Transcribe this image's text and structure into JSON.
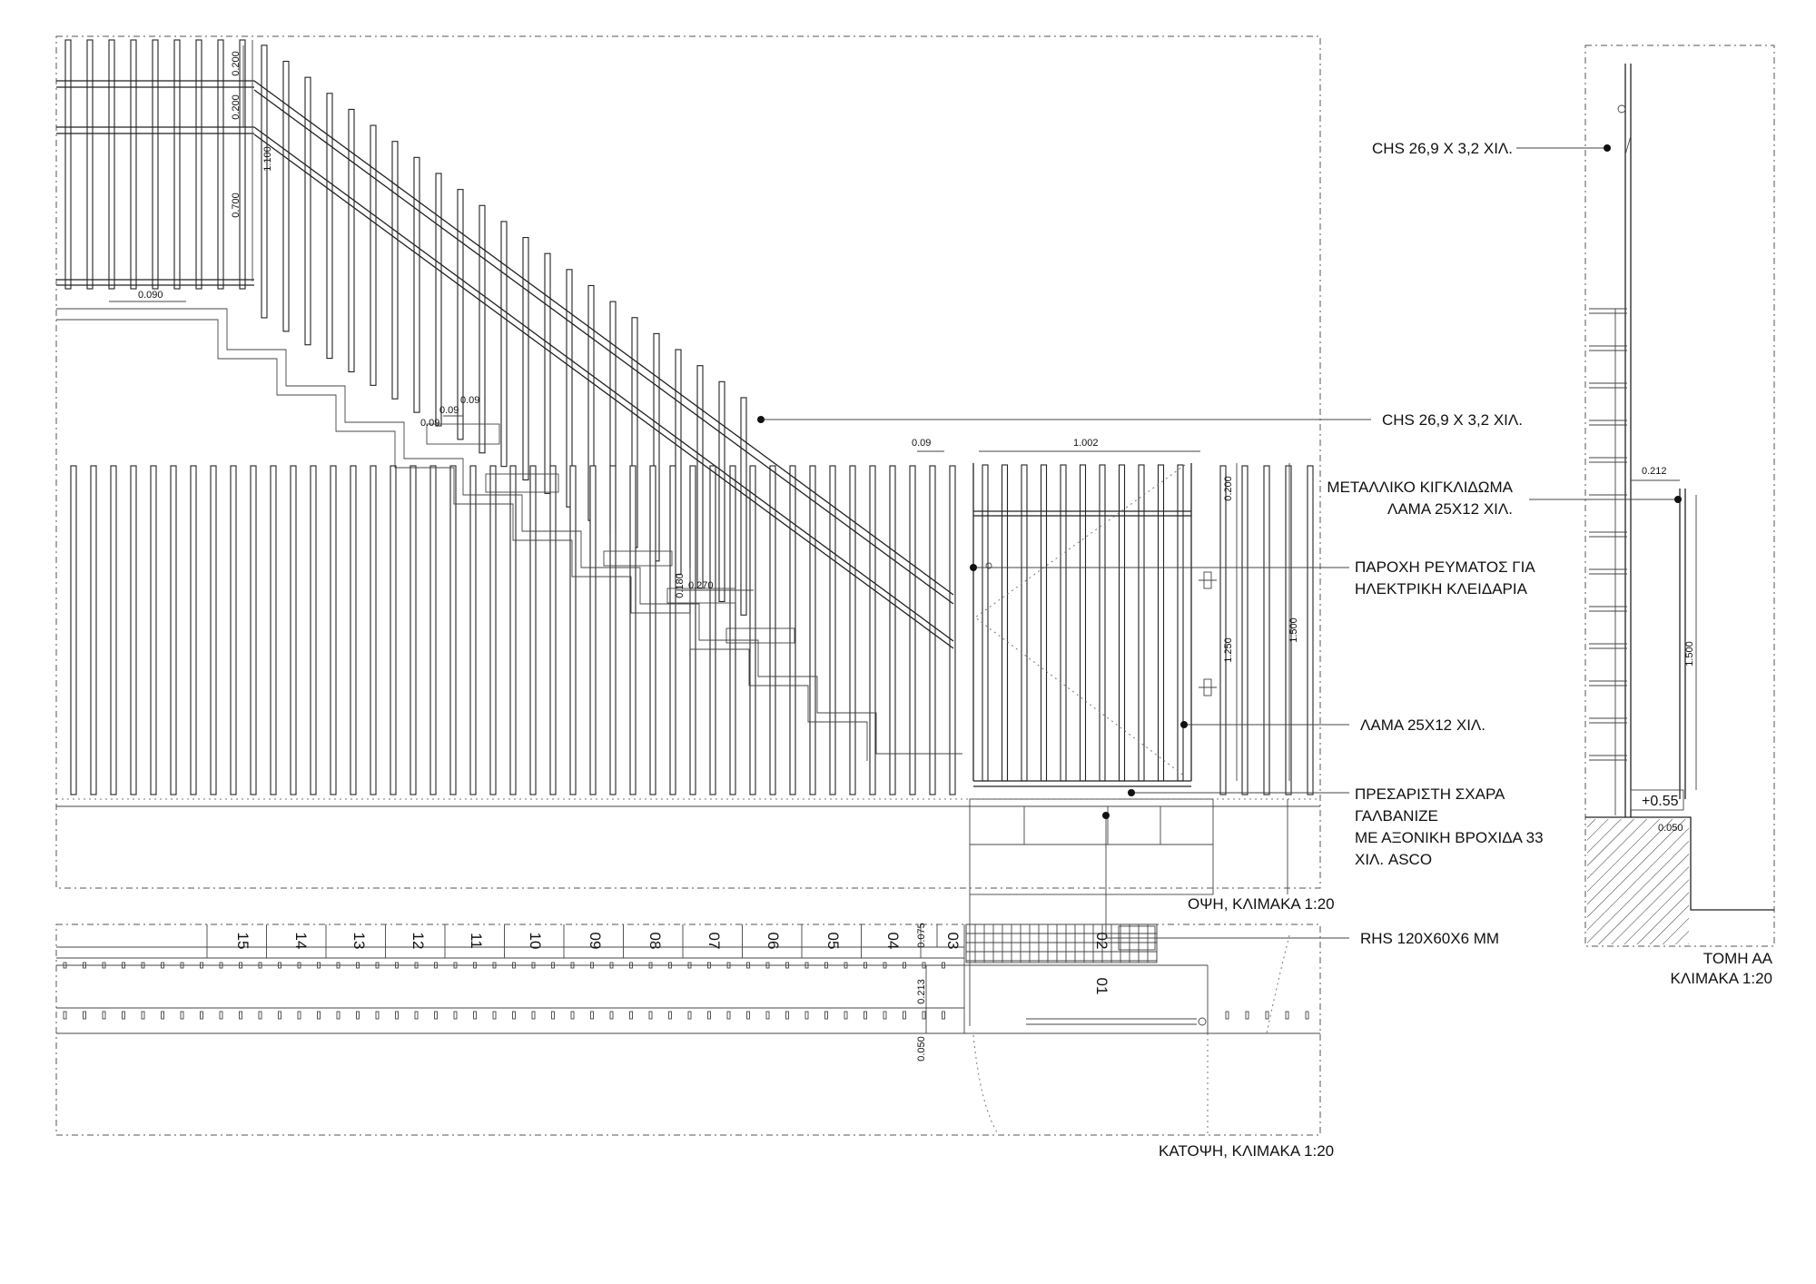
{
  "colors": {
    "ink": "#222222",
    "background": "#ffffff",
    "hatch": "#333333"
  },
  "titles": {
    "elevation": "ΟΨΗ, ΚΛΙΜΑΚΑ 1:20",
    "plan": "ΚΑΤΟΨΗ, ΚΛΙΜΑΚΑ 1:20",
    "section_line1": "ΤΟΜΗ ΑΑ",
    "section_line2": "ΚΛΙΜΑΚΑ 1:20"
  },
  "annotations": {
    "chs_section": "CHS 26,9 X 3,2 ΧΙΛ.",
    "chs_elevation": "CHS 26,9 X 3,2 ΧΙΛ.",
    "railing_line1": "ΜΕΤΑΛΛΙΚΟ ΚΙΓΚΛΙΔΩΜΑ",
    "railing_line2": "ΛΑΜΑ 25Χ12 ΧΙΛ.",
    "power_line1": "ΠΑΡΟΧΗ ΡΕΥΜΑΤΟΣ ΓΙΑ",
    "power_line2": "ΗΛΕΚΤΡΙΚΗ ΚΛΕΙΔΑΡΙΑ",
    "lama": "ΛΑΜΑ 25Χ12 ΧΙΛ.",
    "grating_line1": "ΠΡΕΣΑΡΙΣΤΗ ΣΧΑΡΑ",
    "grating_line2": "ΓΑΛΒΑΝΙΖΕ",
    "grating_line3": "ΜΕ ΑΞΟΝΙΚΗ ΒΡΟΧΙΔΑ 33",
    "grating_line4": "ΧΙΛ. ASCO",
    "rhs": "RHS 120X60X6 MM"
  },
  "dimensions": {
    "d_0200_a": "0.200",
    "d_0200_b": "0.200",
    "d_1100": "1.100",
    "d_0700": "0.700",
    "d_0090": "0.090",
    "d_009_a": "0.09",
    "d_009_b": "0.09",
    "d_009_c": "0.09",
    "d_009_d": "0.09",
    "d_1002": "1.002",
    "d_0200_c": "0.200",
    "d_0180": "0.180",
    "d_0270": "0.270",
    "d_1250": "1.250",
    "d_1500_a": "1.500",
    "d_0212": "0.212",
    "d_1500_b": "1.500",
    "d_0050_a": "0.050",
    "d_0075": "0.075",
    "d_0213": "0.213",
    "d_0050_b": "0.050"
  },
  "level": "+0.55",
  "steps": [
    "15",
    "14",
    "13",
    "12",
    "11",
    "10",
    "09",
    "08",
    "07",
    "06",
    "05",
    "04",
    "03",
    "02",
    "01"
  ]
}
